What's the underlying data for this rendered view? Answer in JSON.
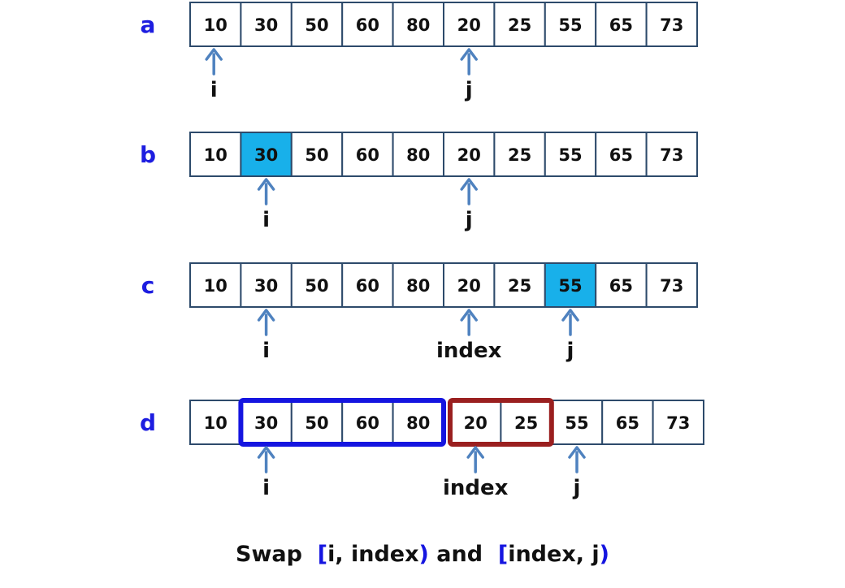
{
  "colors": {
    "row_label": "#1d1de0",
    "cell_border": "#2d4a6b",
    "cell_text": "#111111",
    "highlight_fill": "#18b0ea",
    "arrow": "#4f82bf",
    "group_left": "#1515e0",
    "group_right": "#9a1f1f"
  },
  "rows": [
    {
      "label": "a",
      "values": [
        "10",
        "30",
        "50",
        "60",
        "80",
        "20",
        "25",
        "55",
        "65",
        "73"
      ],
      "highlighted": [],
      "pointers": [
        {
          "name": "i",
          "cell": 0
        },
        {
          "name": "j",
          "cell": 5
        }
      ]
    },
    {
      "label": "b",
      "values": [
        "10",
        "30",
        "50",
        "60",
        "80",
        "20",
        "25",
        "55",
        "65",
        "73"
      ],
      "highlighted": [
        1
      ],
      "pointers": [
        {
          "name": "i",
          "cell": 1
        },
        {
          "name": "j",
          "cell": 5
        }
      ]
    },
    {
      "label": "c",
      "values": [
        "10",
        "30",
        "50",
        "60",
        "80",
        "20",
        "25",
        "55",
        "65",
        "73"
      ],
      "highlighted": [
        7
      ],
      "pointers": [
        {
          "name": "i",
          "cell": 1
        },
        {
          "name": "index",
          "cell": 5
        },
        {
          "name": "j",
          "cell": 7
        }
      ]
    },
    {
      "label": "d",
      "values": [
        "10",
        "30",
        "50",
        "60",
        "80",
        "20",
        "25",
        "55",
        "65",
        "73"
      ],
      "highlighted": [],
      "groups": [
        {
          "start": 1,
          "end": 4,
          "color": "group_left"
        },
        {
          "start": 5,
          "end": 6,
          "color": "group_right"
        }
      ],
      "pointers": [
        {
          "name": "i",
          "cell": 1
        },
        {
          "name": "index",
          "cell": 5
        },
        {
          "name": "j",
          "cell": 7
        }
      ]
    }
  ],
  "caption": {
    "prefix": "Swap  ",
    "open_1": "[",
    "range_1": "i, index",
    "close_1": ")",
    "middle": " and  ",
    "open_2": "[",
    "range_2": "index, j",
    "close_2": ")"
  }
}
